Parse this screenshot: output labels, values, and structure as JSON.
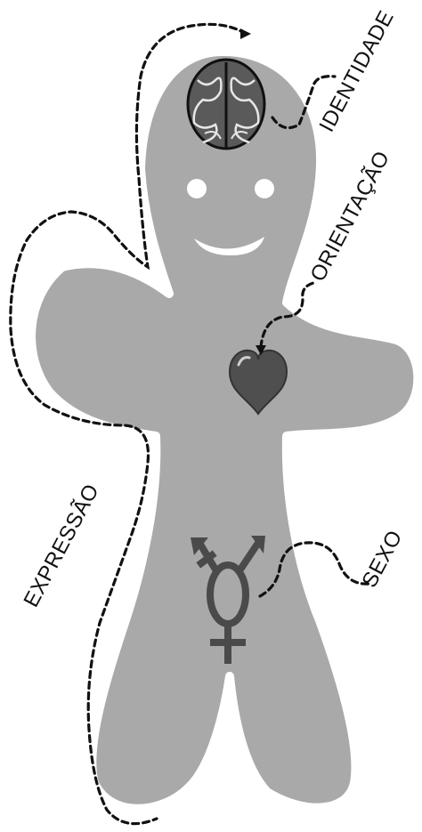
{
  "labels": {
    "identity": "IDENTIDADE",
    "orientation": "ORIENTAÇÃO",
    "sex": "SEXO",
    "expression": "EXPRESSÃO"
  },
  "colors": {
    "body": "#a9a9a9",
    "outline": "#ffffff",
    "heart": "#4f4f4f",
    "symbol": "#4a4a4a",
    "line": "#111111"
  },
  "icons": {
    "brain": "brain-icon",
    "heart": "heart-icon",
    "sex_symbol": "transgender-symbol-icon"
  }
}
